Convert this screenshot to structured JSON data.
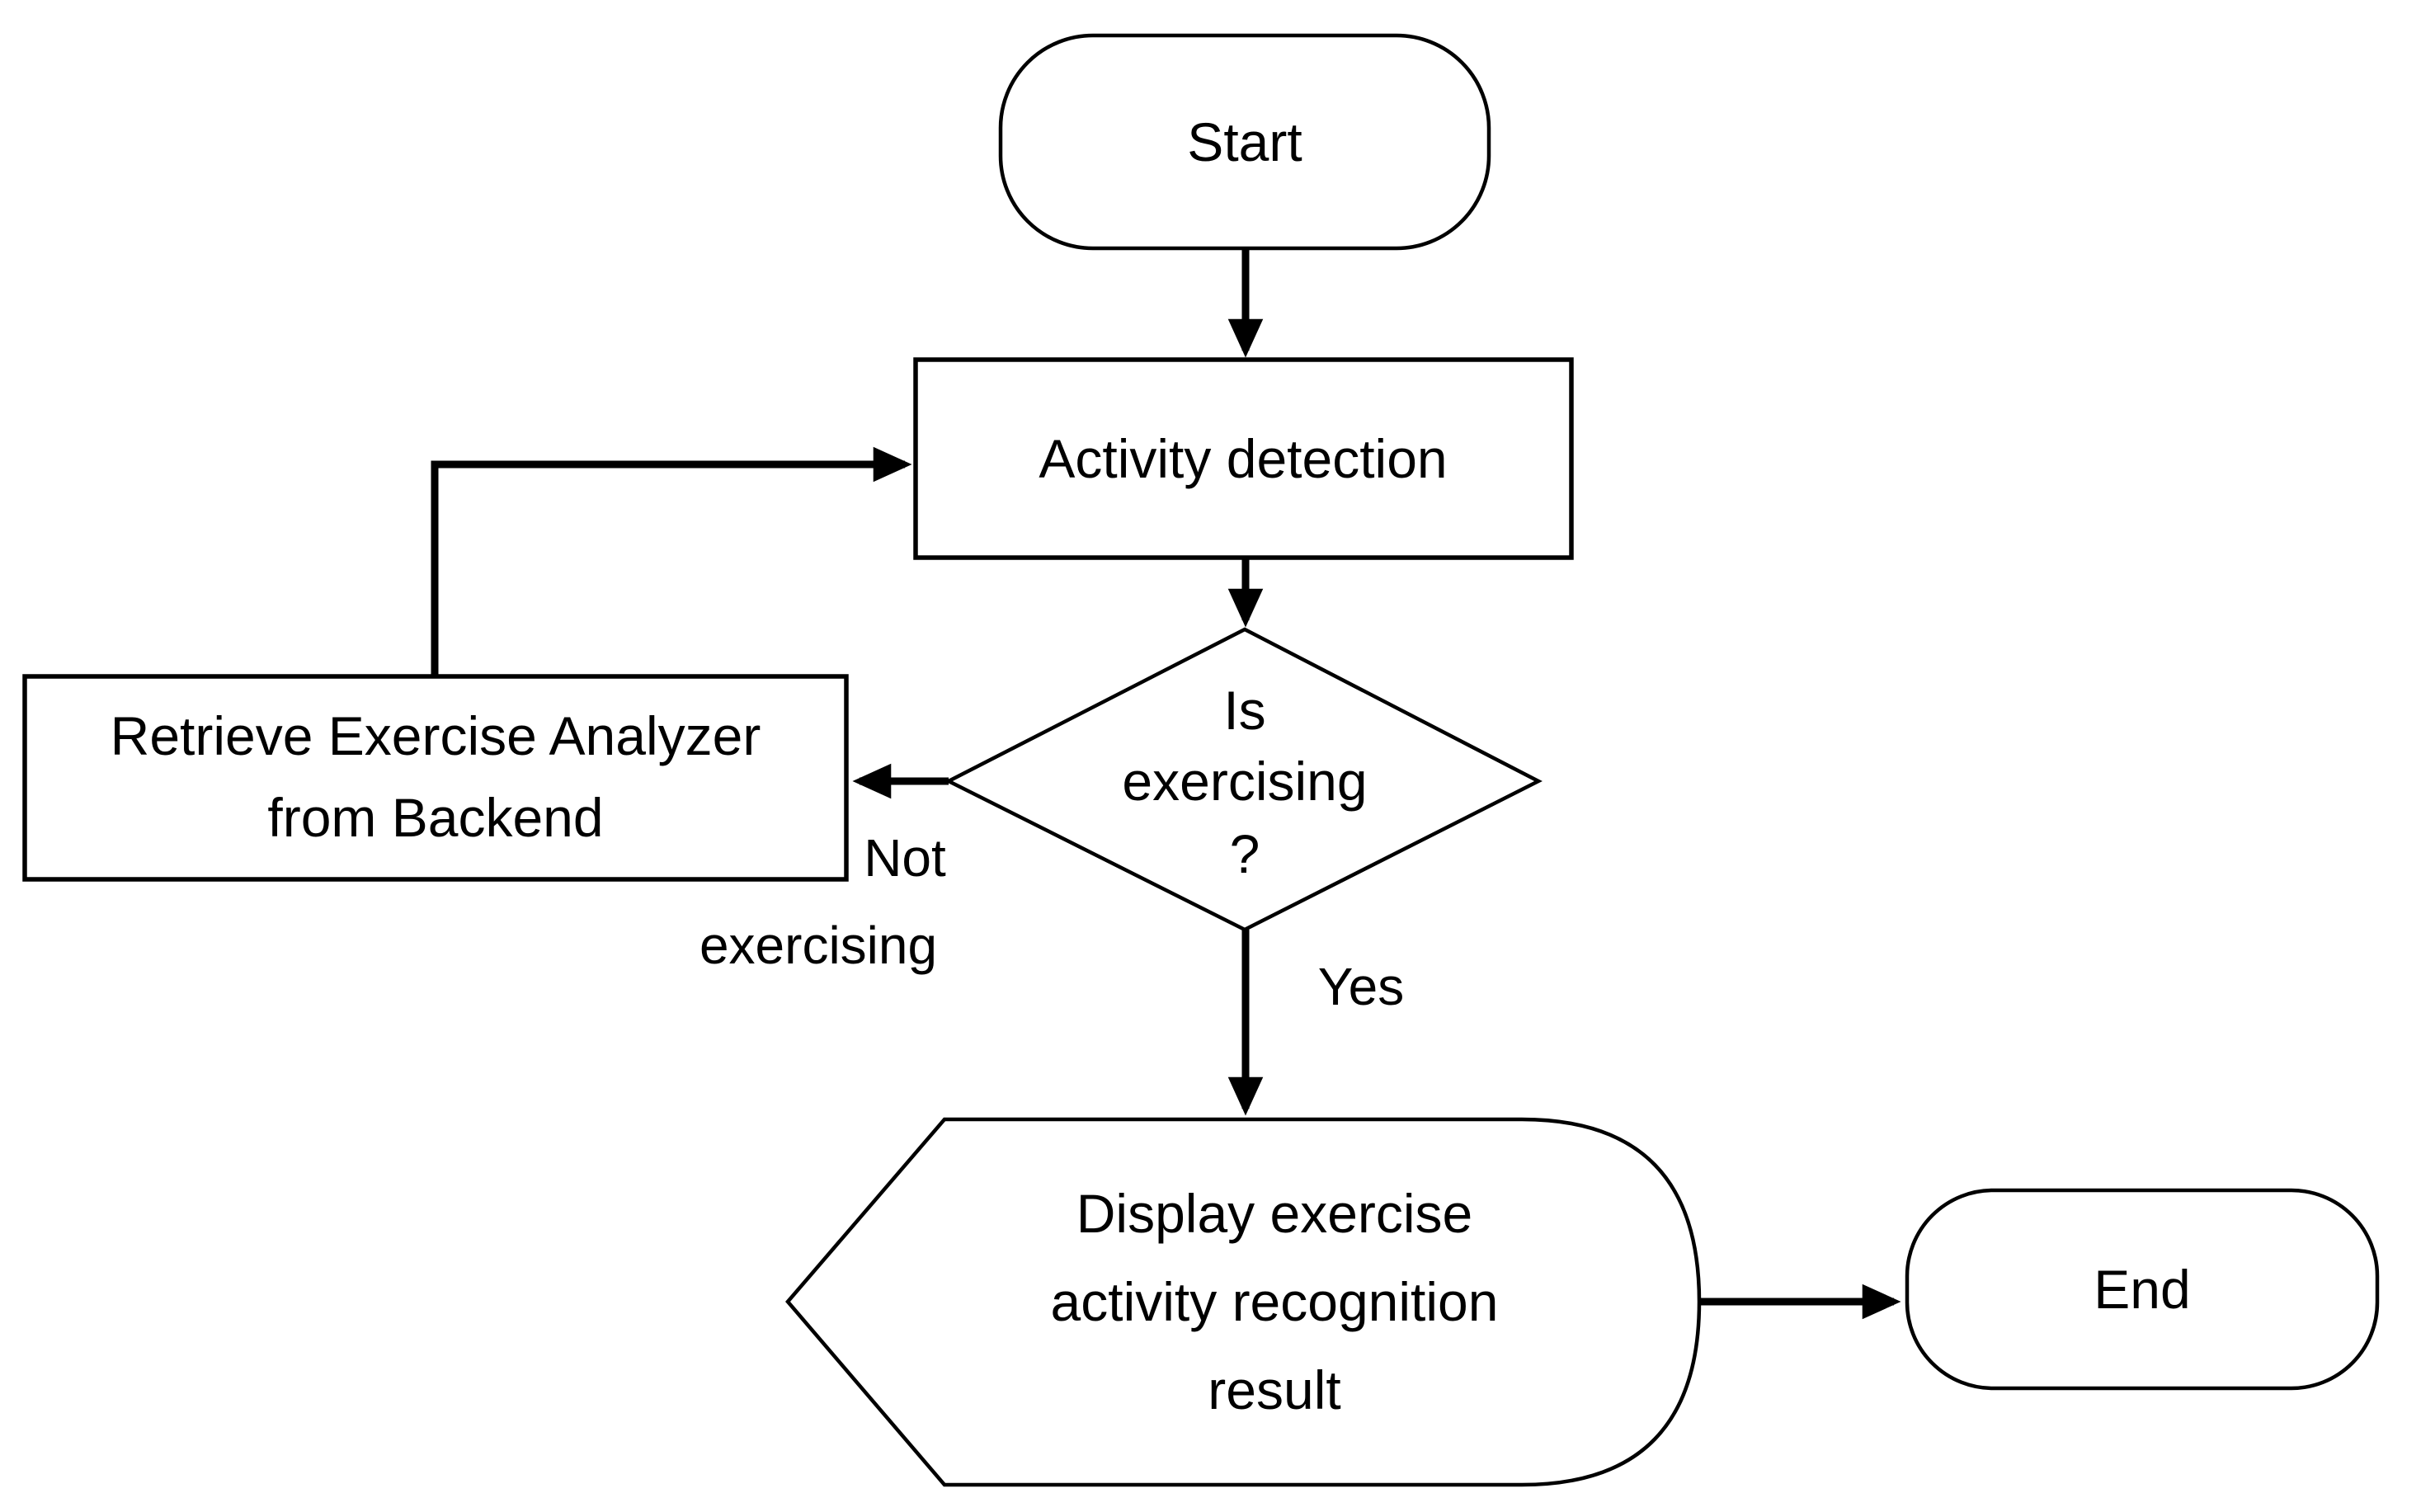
{
  "diagram": {
    "type": "flowchart",
    "colors": {
      "stroke": "#000000",
      "shape_fill": "#ffffff",
      "background": "#ffffff"
    },
    "nodes": {
      "start": {
        "shape": "terminator",
        "label": "Start"
      },
      "activity_detection": {
        "shape": "process",
        "label": "Activity detection"
      },
      "is_exercising": {
        "shape": "decision",
        "lines": [
          "Is",
          "exercising",
          "?"
        ]
      },
      "retrieve_analyzer": {
        "shape": "process",
        "lines": [
          "Retrieve Exercise Analyzer",
          "from Backend"
        ]
      },
      "display_result": {
        "shape": "display",
        "lines": [
          "Display exercise",
          "activity recognition",
          "result"
        ]
      },
      "end": {
        "shape": "terminator",
        "label": "End"
      }
    },
    "edges": {
      "start_to_activity": {
        "from": "start",
        "to": "activity_detection",
        "label": ""
      },
      "activity_to_decision": {
        "from": "activity_detection",
        "to": "is_exercising",
        "label": ""
      },
      "decision_to_retrieve": {
        "from": "is_exercising",
        "to": "retrieve_analyzer",
        "lines": [
          "Not",
          "exercising"
        ]
      },
      "retrieve_to_activity": {
        "from": "retrieve_analyzer",
        "to": "activity_detection",
        "label": ""
      },
      "decision_to_display": {
        "from": "is_exercising",
        "to": "display_result",
        "label": "Yes"
      },
      "display_to_end": {
        "from": "display_result",
        "to": "end",
        "label": ""
      }
    }
  }
}
